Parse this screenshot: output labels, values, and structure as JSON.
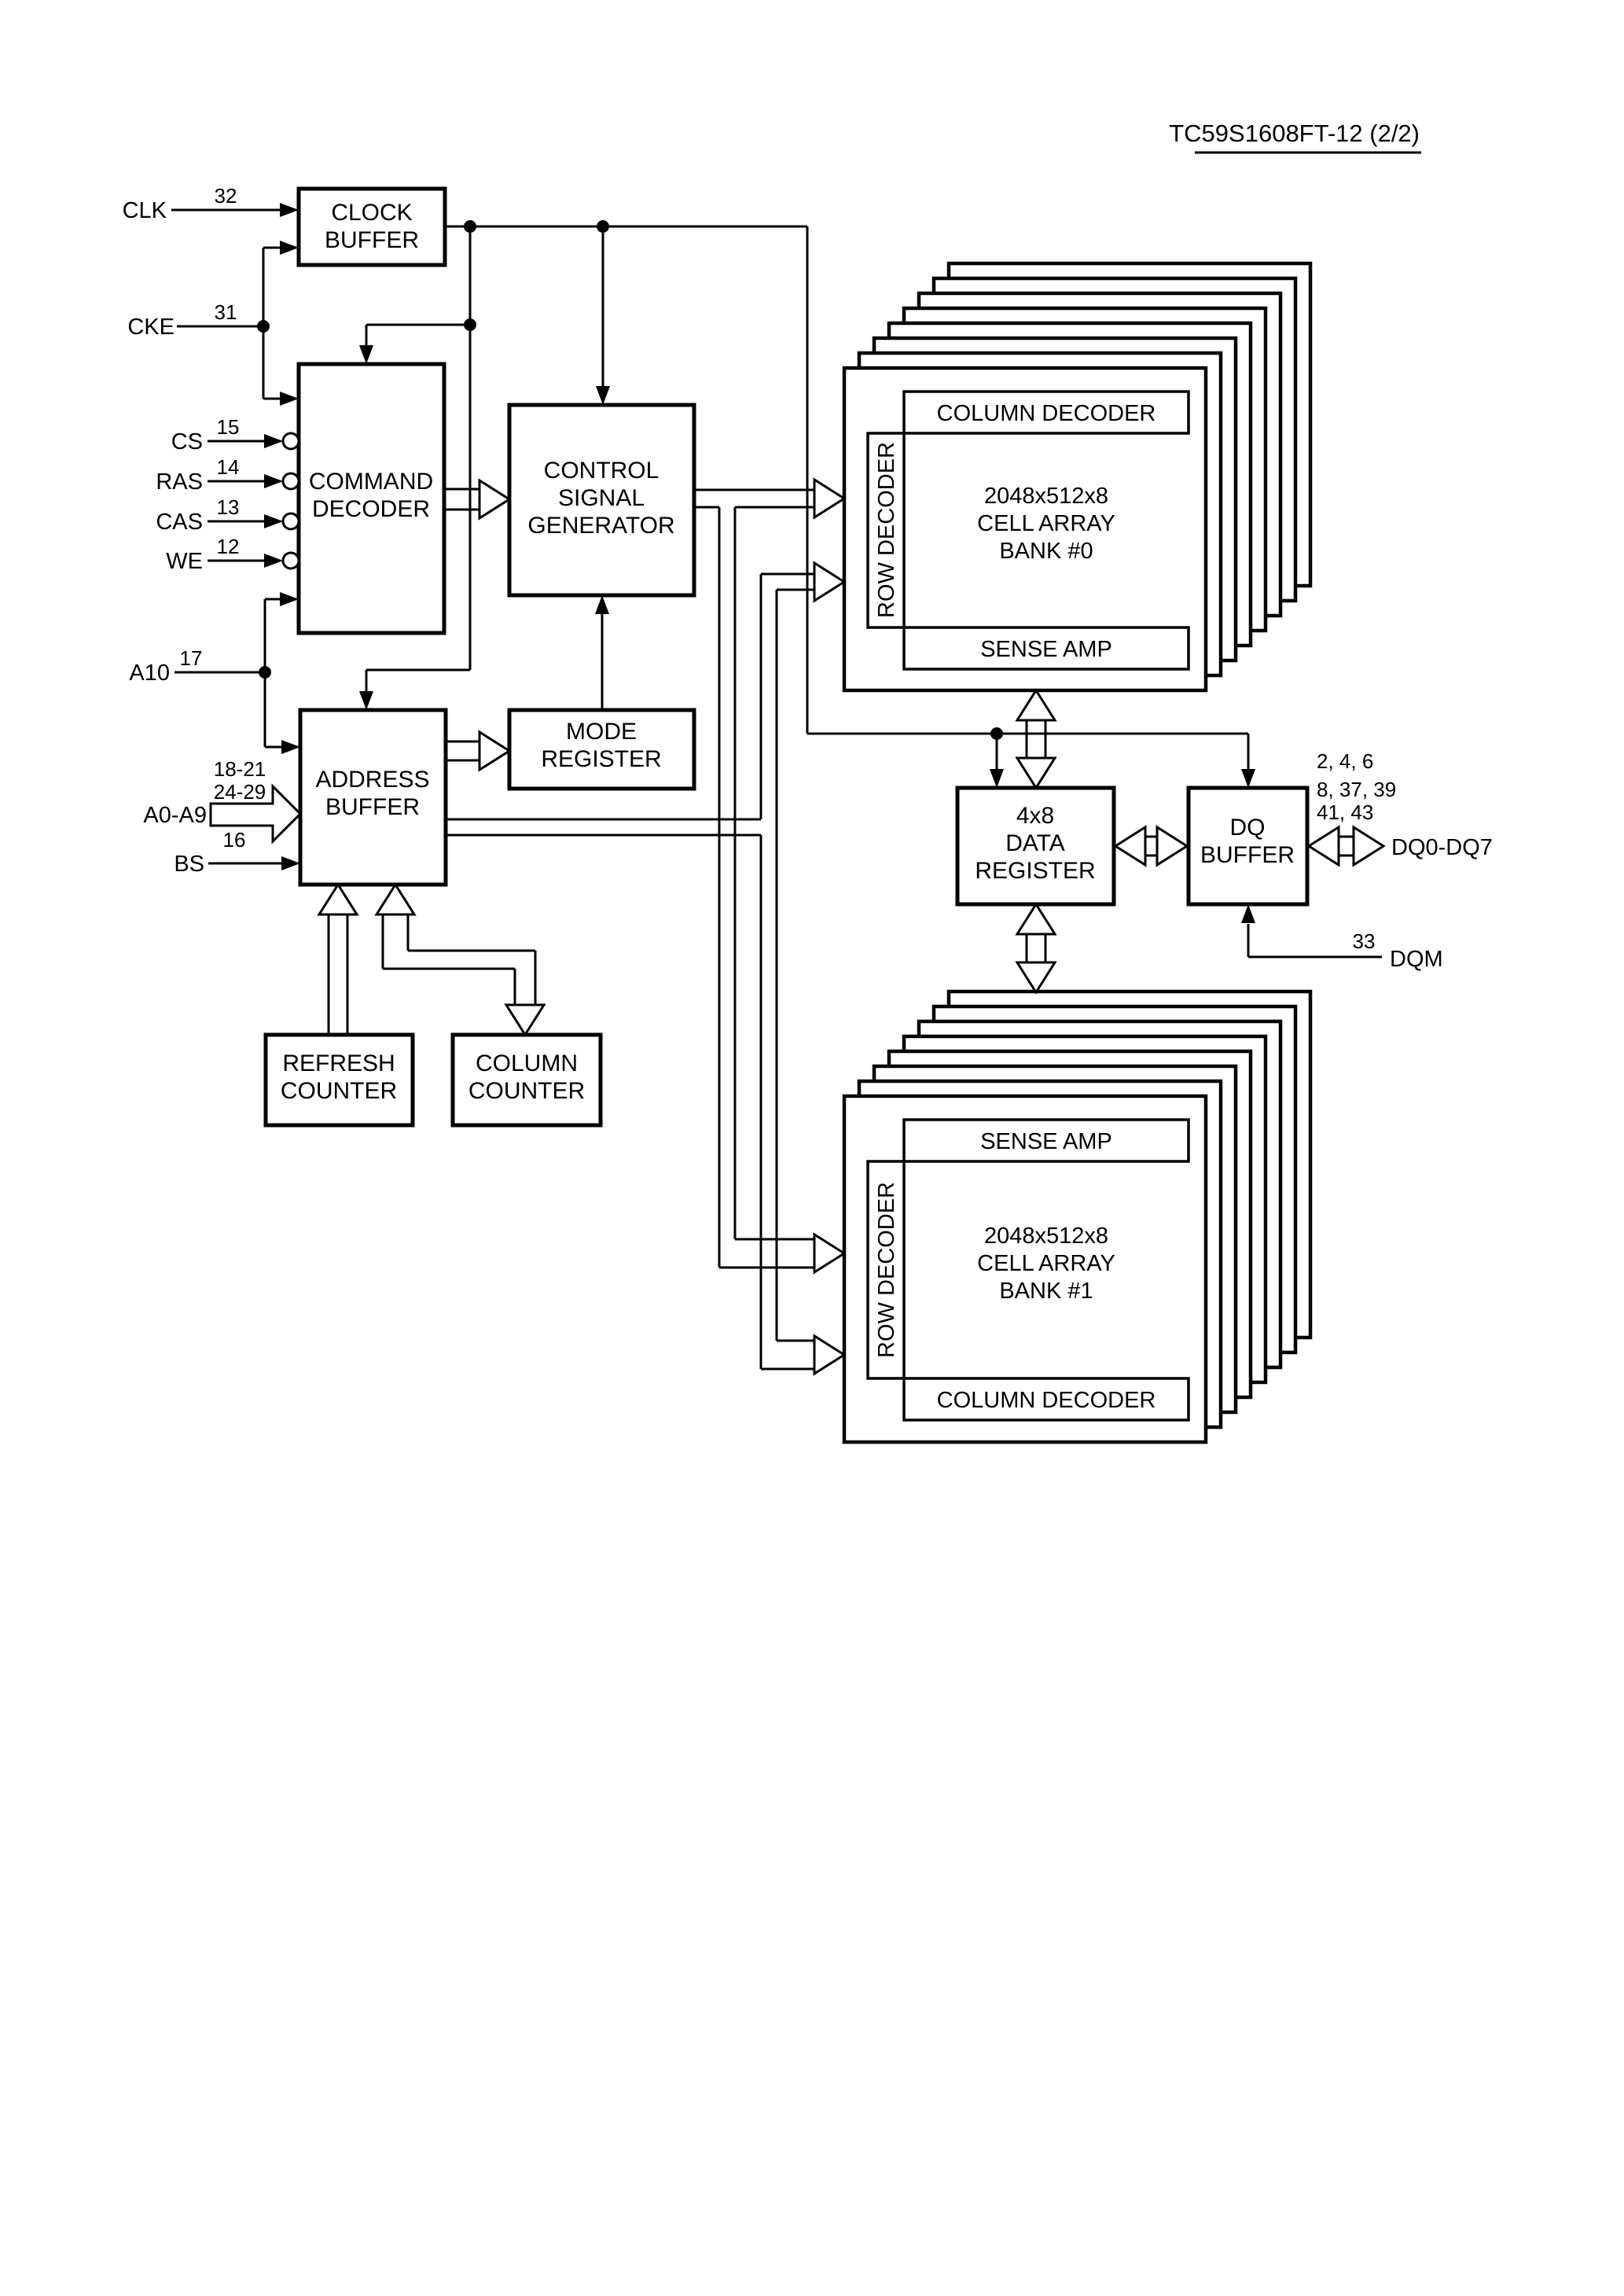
{
  "title": "TC59S1608FT-12 (2/2)",
  "blocks": {
    "clock_buffer": [
      "CLOCK",
      "BUFFER"
    ],
    "command_decoder": [
      "COMMAND",
      "DECODER"
    ],
    "control_signal_generator": [
      "CONTROL",
      "SIGNAL",
      "GENERATOR"
    ],
    "mode_register": [
      "MODE",
      "REGISTER"
    ],
    "address_buffer": [
      "ADDRESS",
      "BUFFER"
    ],
    "refresh_counter": [
      "REFRESH",
      "COUNTER"
    ],
    "column_counter": [
      "COLUMN",
      "COUNTER"
    ],
    "data_register": [
      "4x8",
      "DATA",
      "REGISTER"
    ],
    "dq_buffer": [
      "DQ",
      "BUFFER"
    ]
  },
  "bank0": {
    "column_decoder": "COLUMN  DECODER",
    "row_decoder": "ROW DECODER",
    "cell": [
      "2048x512x8",
      "CELL  ARRAY",
      "BANK #0"
    ],
    "sense_amp": "SENSE  AMP"
  },
  "bank1": {
    "column_decoder": "COLUMN  DECODER",
    "row_decoder": "ROW DECODER",
    "cell": [
      "2048x512x8",
      "CELL  ARRAY",
      "BANK #1"
    ],
    "sense_amp": "SENSE  AMP"
  },
  "signals": {
    "clk": {
      "label": "CLK",
      "pin": "32"
    },
    "cke": {
      "label": "CKE",
      "pin": "31"
    },
    "cs": {
      "label": "CS",
      "pin": "15"
    },
    "ras": {
      "label": "RAS",
      "pin": "14"
    },
    "cas": {
      "label": "CAS",
      "pin": "13"
    },
    "we": {
      "label": "WE",
      "pin": "12"
    },
    "a10": {
      "label": "A10",
      "pin": "17"
    },
    "addr": {
      "label": "A0-A9",
      "pins1": "18-21",
      "pins2": "24-29"
    },
    "bs": {
      "label": "BS",
      "pin": "16"
    },
    "dq": {
      "label": "DQ0-DQ7",
      "pins1": "2, 4, 6",
      "pins2": "8, 37, 39",
      "pins3": "41, 43"
    },
    "dqm": {
      "label": "DQM",
      "pin": "33"
    }
  }
}
